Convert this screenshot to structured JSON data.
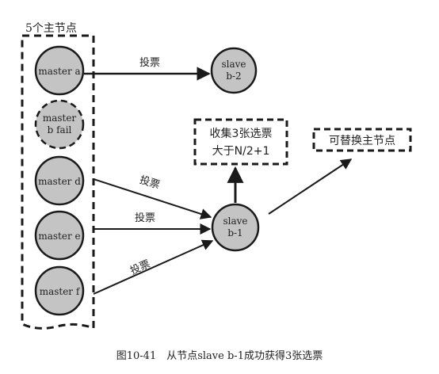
{
  "group": {
    "title": "5个主节点"
  },
  "nodes": {
    "master_a": {
      "line1": "master a",
      "line2": ""
    },
    "master_b": {
      "line1": "master",
      "line2": "b fail"
    },
    "master_d": {
      "line1": "master d",
      "line2": ""
    },
    "master_e": {
      "line1": "master e",
      "line2": ""
    },
    "master_f": {
      "line1": "master f",
      "line2": ""
    },
    "slave_b2": {
      "line1": "slave",
      "line2": "b-2"
    },
    "slave_b1": {
      "line1": "slave",
      "line2": "b-1"
    }
  },
  "edges": {
    "vote_a": "投票",
    "vote_d": "投票",
    "vote_e": "投票",
    "vote_f": "投票"
  },
  "notes": {
    "quorum_line1": "收集3张选票",
    "quorum_line2": "大于N/2+1",
    "replace": "可替换主节点"
  },
  "caption": "图10-41　从节点slave b-1成功获得3张选票",
  "colors": {
    "node_fill": "#c4c4c4",
    "stroke": "#1a1a1a",
    "background": "#ffffff"
  }
}
